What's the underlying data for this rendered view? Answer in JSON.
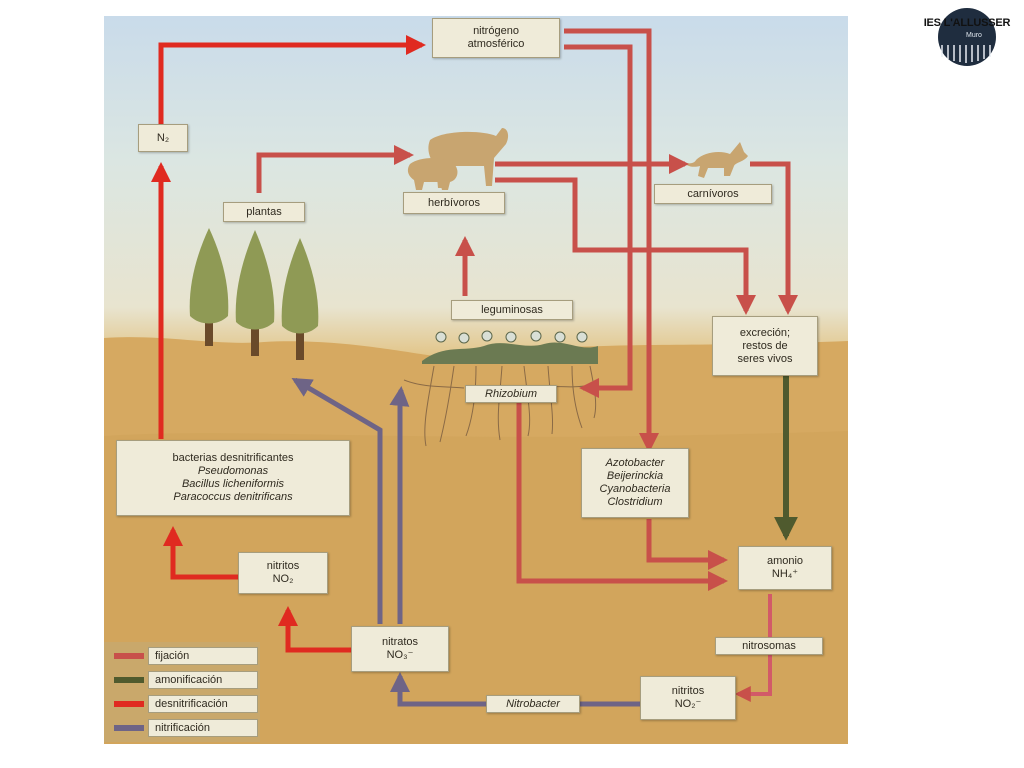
{
  "logo": {
    "line1": "IES L'ALLUSSER",
    "line2": "Muro",
    "colors": {
      "circle": "#1f2d3f"
    }
  },
  "nodes": {
    "atmospheric_nitrogen": [
      "nitrógeno",
      "atmosférico"
    ],
    "n2": "N₂",
    "plants": "plantas",
    "herbivores": "herbívoros",
    "carnivores": "carnívoros",
    "legumes": "leguminosas",
    "rhizobium": "Rhizobium",
    "excretion": [
      "excreción;",
      "restos de",
      "seres vivos"
    ],
    "denitrifying_bacteria": [
      "bacterias desnitrificantes",
      "Pseudomonas",
      "Bacillus licheniformis",
      "Paracoccus denitrificans"
    ],
    "fixing_bacteria": [
      "Azotobacter",
      "Beijerinckia",
      "Cyanobacteria",
      "Clostridium"
    ],
    "nitrites_left": [
      "nitritos",
      "NO₂"
    ],
    "nitrates": [
      "nitratos",
      "NO₃⁻"
    ],
    "ammonium": [
      "amonio",
      "NH₄⁺"
    ],
    "nitrosomas": "nitrosomas",
    "nitrites_right": [
      "nitritos",
      "NO₂⁻"
    ],
    "nitrobacter": "Nitrobacter"
  },
  "legend": [
    {
      "label": "fijación",
      "color": "#c8504a"
    },
    {
      "label": "amonificación",
      "color": "#4f5a2e"
    },
    {
      "label": "desnitrificación",
      "color": "#e02a20"
    },
    {
      "label": "nitrificación",
      "color": "#6e6486"
    }
  ]
}
